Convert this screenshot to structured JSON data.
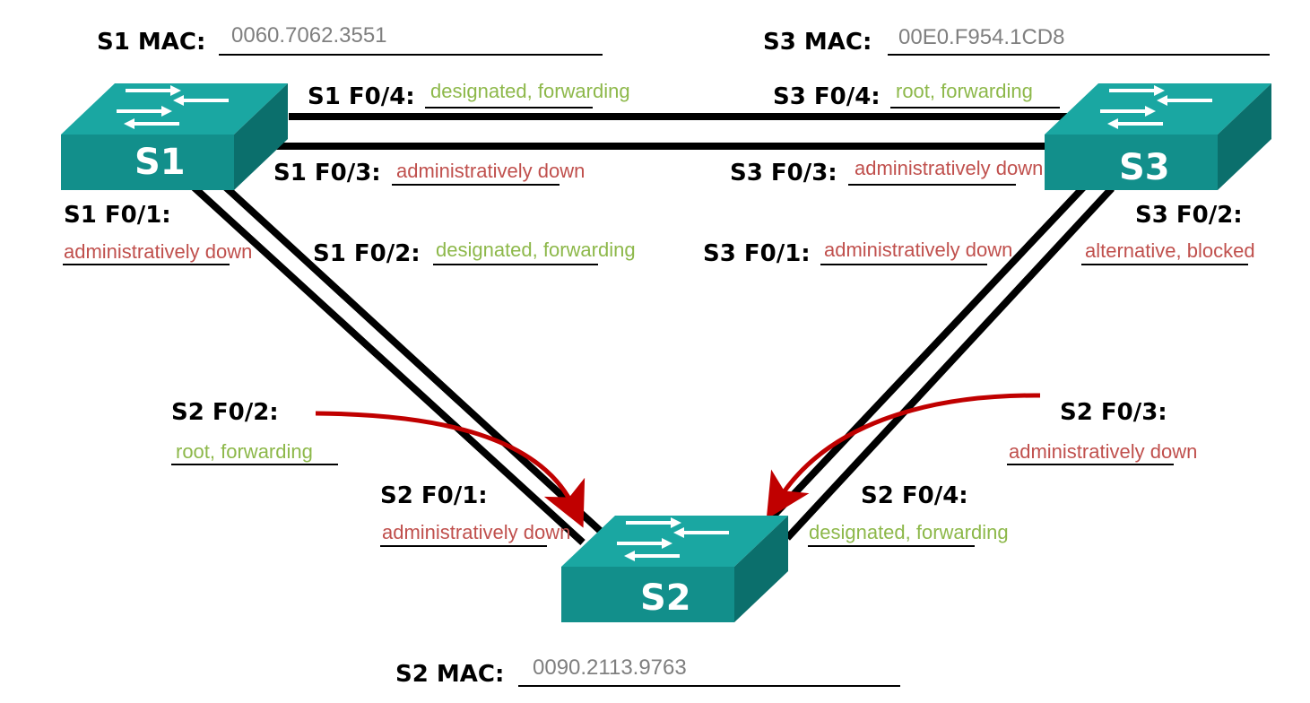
{
  "colors": {
    "switch_front": "#128f8b",
    "switch_top": "#1aa7a2",
    "switch_side": "#0b6f6c",
    "cable": "#000000",
    "arrow": "#c00000",
    "mac": "#7f7f7f",
    "forwarding": "#8db84a",
    "down": "#c0504d"
  },
  "switches": {
    "s1": {
      "name": "S1"
    },
    "s2": {
      "name": "S2"
    },
    "s3": {
      "name": "S3"
    }
  },
  "mac": {
    "s1": {
      "label": "S1 MAC:",
      "value": "0060.7062.3551"
    },
    "s2": {
      "label": "S2 MAC:",
      "value": "0090.2113.9763"
    },
    "s3": {
      "label": "S3 MAC:",
      "value": "00E0.F954.1CD8"
    }
  },
  "ports": {
    "s1_f04": {
      "label": "S1 F0/4:",
      "value": "designated, forwarding"
    },
    "s1_f03": {
      "label": "S1 F0/3:",
      "value": "administratively down"
    },
    "s1_f01": {
      "label": "S1 F0/1:",
      "value": "administratively down"
    },
    "s1_f02": {
      "label": "S1 F0/2:",
      "value": "designated, forwarding"
    },
    "s3_f04": {
      "label": "S3 F0/4:",
      "value": "root, forwarding"
    },
    "s3_f03": {
      "label": "S3 F0/3:",
      "value": "administratively down"
    },
    "s3_f01": {
      "label": "S3 F0/1:",
      "value": "administratively down"
    },
    "s3_f02": {
      "label": "S3 F0/2:",
      "value": "alternative, blocked"
    },
    "s2_f02": {
      "label": "S2 F0/2:",
      "value": "root, forwarding"
    },
    "s2_f01": {
      "label": "S2 F0/1:",
      "value": "administratively down"
    },
    "s2_f03": {
      "label": "S2 F0/3:",
      "value": "administratively down"
    },
    "s2_f04": {
      "label": "S2 F0/4:",
      "value": "designated, forwarding"
    }
  }
}
